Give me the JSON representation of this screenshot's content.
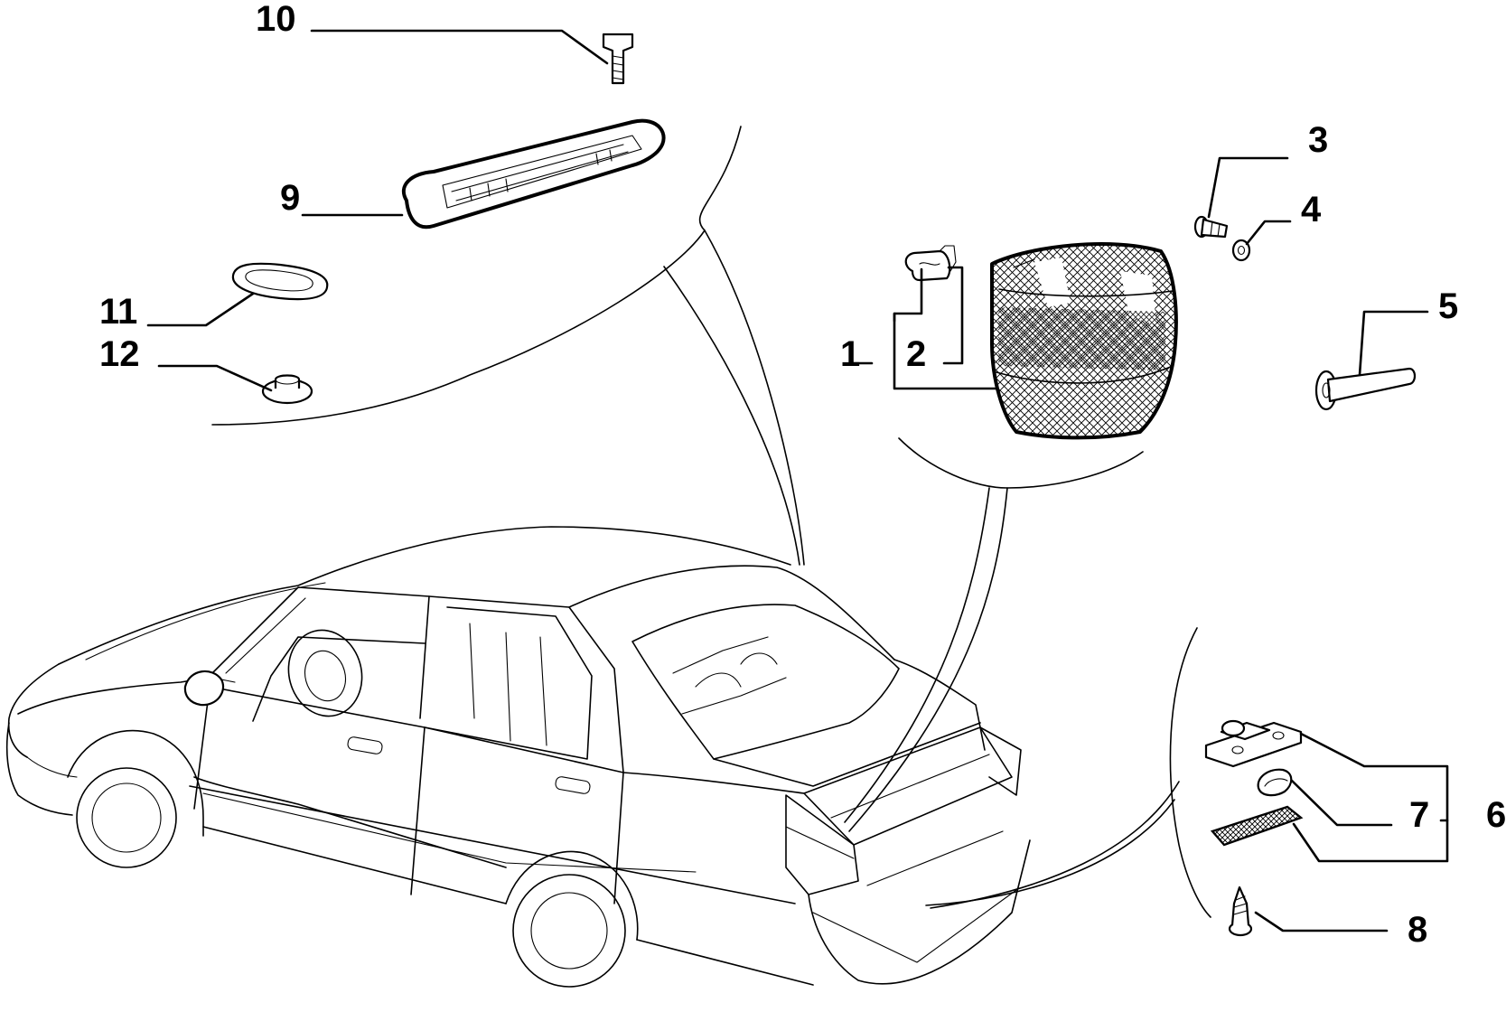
{
  "labels": {
    "p1": "1",
    "p2": "2",
    "p3": "3",
    "p4": "4",
    "p5": "5",
    "p6": "6",
    "p7": "7",
    "p8": "8",
    "p9": "9",
    "p10": "10",
    "p11": "11",
    "p12": "12"
  },
  "colors": {
    "ink": "#000000",
    "paper": "#ffffff"
  }
}
